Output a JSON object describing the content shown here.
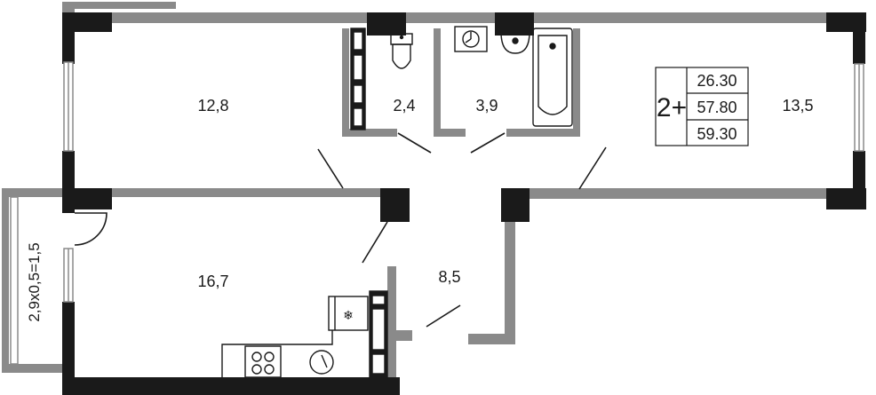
{
  "rooms": {
    "room_large_left": "12,8",
    "toilet": "2,4",
    "bathroom": "3,9",
    "room_right": "13,5",
    "kitchen": "16,7",
    "hall": "8,5"
  },
  "balcony_label": "2,9x0,5=1,5",
  "summary": {
    "rooms_count": "2+",
    "living_area": "26.30",
    "total_area": "57.80",
    "total_with_balcony": "59.30"
  },
  "colors": {
    "wall": "#8a8a8a",
    "column": "#1a1a1a",
    "line": "#1a1a1a"
  }
}
